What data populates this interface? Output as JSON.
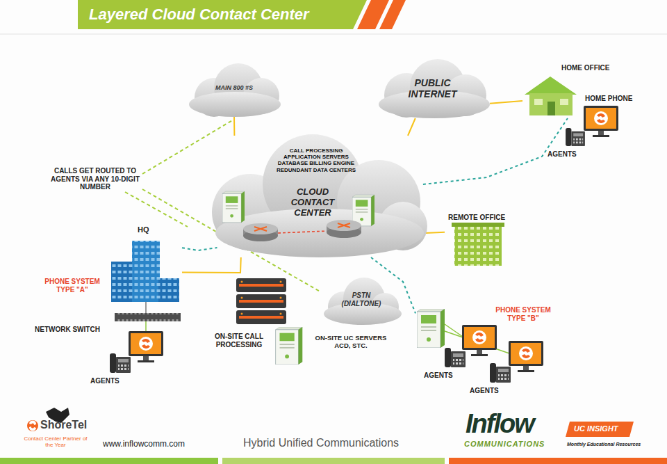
{
  "diagram": {
    "title": "Layered Cloud Contact Center",
    "caption": "Hybrid Unified Communications",
    "nodes": [
      {
        "text": [
          "MAIN 800 #S"
        ]
      },
      {
        "text": [
          "PUBLIC INTERNET"
        ]
      },
      {
        "text": [
          "HOME OFFICE"
        ]
      },
      {
        "text": [
          "CALL PROCESSING APPLICATION SERVERS DATABASE BILLING ENGINE REDUNDANT DATA CENTERS",
          "CLOUD CONTACT CENTER"
        ]
      },
      {
        "text": [
          "REMOTE OFFICE"
        ]
      },
      {
        "text": [
          "HQ"
        ]
      },
      {
        "text": [
          "ON-SITE CALL PROCESSING"
        ]
      },
      {
        "text": [
          "PSTN (DIALTONE)"
        ]
      },
      {
        "text": [
          "ON-SITE UC SERVERS ACD, STC."
        ]
      },
      {
        "text": [
          "PHONE SYSTEM TYPE \"B\""
        ]
      }
    ],
    "edges": [
      {
        "from": 0,
        "to": 3,
        "arrow": "none"
      },
      {
        "from": 1,
        "to": 3,
        "arrow": "none"
      },
      {
        "from": 1,
        "to": 2,
        "arrow": "none"
      },
      {
        "from": 3,
        "to": 4,
        "arrow": "none"
      },
      {
        "from": 3,
        "to": 5,
        "arrow": "none"
      },
      {
        "from": 3,
        "to": 2,
        "arrow": "none"
      },
      {
        "from": 3,
        "to": 9,
        "arrow": "none"
      },
      {
        "from": 5,
        "to": 3,
        "arrow": "none"
      }
    ],
    "labels": [
      "HOME PHONE",
      "CALLS GET ROUTED TO AGENTS VIA ANY 10-DIGIT NUMBER",
      "AGENTS",
      "PHONE SYSTEM TYPE \"A\"",
      "NETWORK SWITCH",
      "AGENTS",
      "AGENTS",
      "AGENTS",
      "ShoreTel",
      "Contact Center Partner of the Year",
      "www.inflowcomm.com",
      "Inflow",
      "UC INSIGHT",
      "COMMUNICATIONS",
      "Monthly Educational Resources"
    ]
  }
}
